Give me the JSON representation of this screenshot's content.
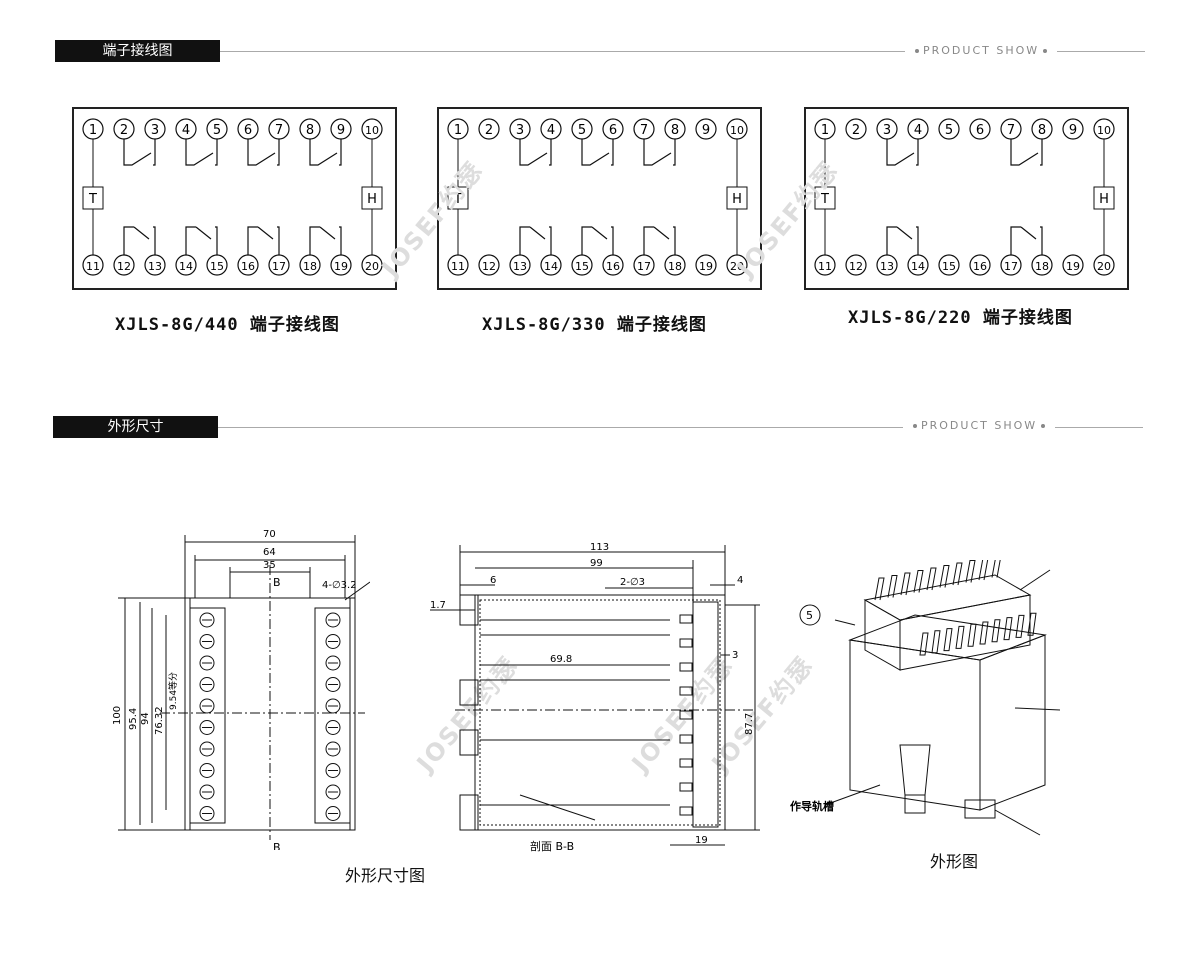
{
  "sections": [
    {
      "title": "端子接线图",
      "tag": "PRODUCT SHOW"
    },
    {
      "title": "外形尺寸",
      "tag": "PRODUCT SHOW"
    }
  ],
  "wiring": [
    {
      "caption": "XJLS-8G/440 端子接线图",
      "top": [
        "1",
        "2",
        "3",
        "4",
        "5",
        "6",
        "7",
        "8",
        "9",
        "10"
      ],
      "bottom": [
        "11",
        "12",
        "13",
        "14",
        "15",
        "16",
        "17",
        "18",
        "19",
        "20"
      ],
      "left_box": "T",
      "right_box": "H"
    },
    {
      "caption": "XJLS-8G/330 端子接线图",
      "top": [
        "1",
        "2",
        "3",
        "4",
        "5",
        "6",
        "7",
        "8",
        "9",
        "10"
      ],
      "bottom": [
        "11",
        "12",
        "13",
        "14",
        "15",
        "16",
        "17",
        "18",
        "19",
        "20"
      ],
      "left_box": "T",
      "right_box": "H"
    },
    {
      "caption": "XJLS-8G/220 端子接线图",
      "top": [
        "1",
        "2",
        "3",
        "4",
        "5",
        "6",
        "7",
        "8",
        "9",
        "10"
      ],
      "bottom": [
        "11",
        "12",
        "13",
        "14",
        "15",
        "16",
        "17",
        "18",
        "19",
        "20"
      ],
      "left_box": "T",
      "right_box": "H"
    }
  ],
  "watermark": "JOSEF约瑟",
  "dims_front": {
    "w70": "70",
    "w64": "64",
    "w35": "35",
    "b_top": "B",
    "b_bot": "B",
    "holes": "4-∅3.2",
    "h100": "100",
    "h95": "95.4",
    "h94": "94",
    "h76": "76.32",
    "pitch": "9.54等分",
    "caption": "外形尺寸图"
  },
  "dims_section": {
    "w113": "113",
    "w99": "99",
    "w6": "6",
    "holes": "2-∅3",
    "w4": "4",
    "h17": "1.7",
    "w698": "69.8",
    "d3": "3",
    "h877": "87.7",
    "w19": "19",
    "caption": "剖面 B-B"
  },
  "dims_iso": {
    "label5": "5",
    "rail": "作导轨槽",
    "caption": "外形图"
  }
}
